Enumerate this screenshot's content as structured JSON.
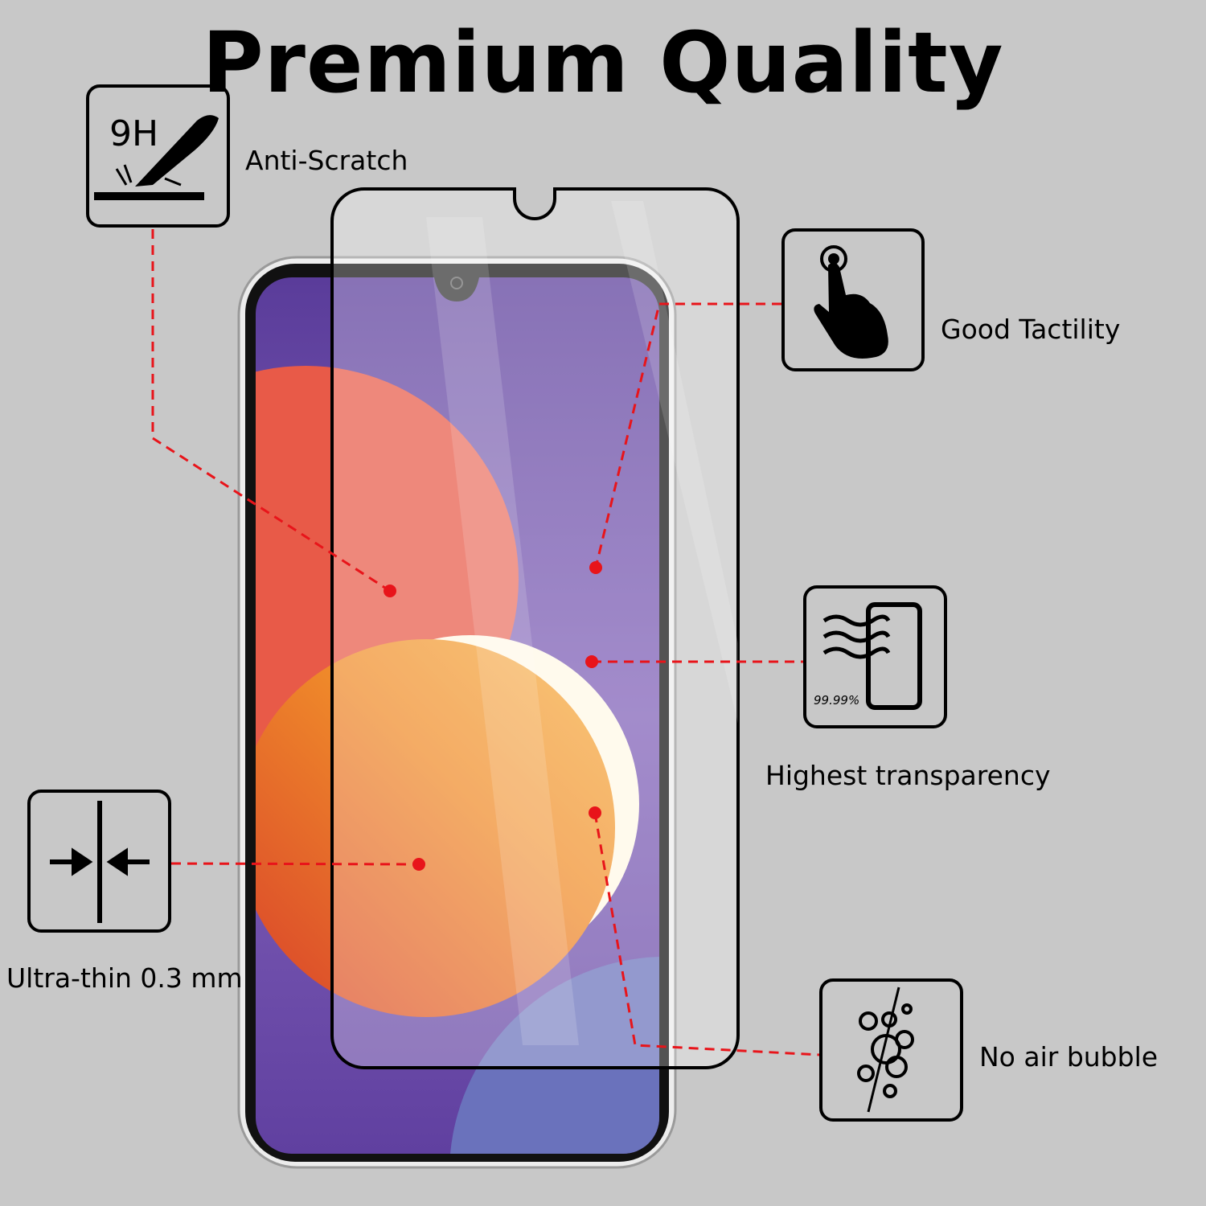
{
  "title": "Premium Quality",
  "features": {
    "anti_scratch": {
      "label": "Anti-Scratch",
      "icon_text": "9H",
      "icon": "knife-scratch-icon"
    },
    "tactility": {
      "label": "Good Tactility",
      "icon": "touch-hand-icon"
    },
    "transparency": {
      "label": "Highest transparency",
      "icon_text": "99.99%",
      "icon": "phone-light-icon"
    },
    "ultra_thin": {
      "label": "Ultra-thin 0.3 mm",
      "icon": "thin-arrows-icon"
    },
    "no_bubble": {
      "label": "No air bubble",
      "icon": "bubbles-icon"
    }
  },
  "colors": {
    "background": "#c8c8c8",
    "callout": "#e8141a",
    "screen": "#6a4aa8"
  }
}
